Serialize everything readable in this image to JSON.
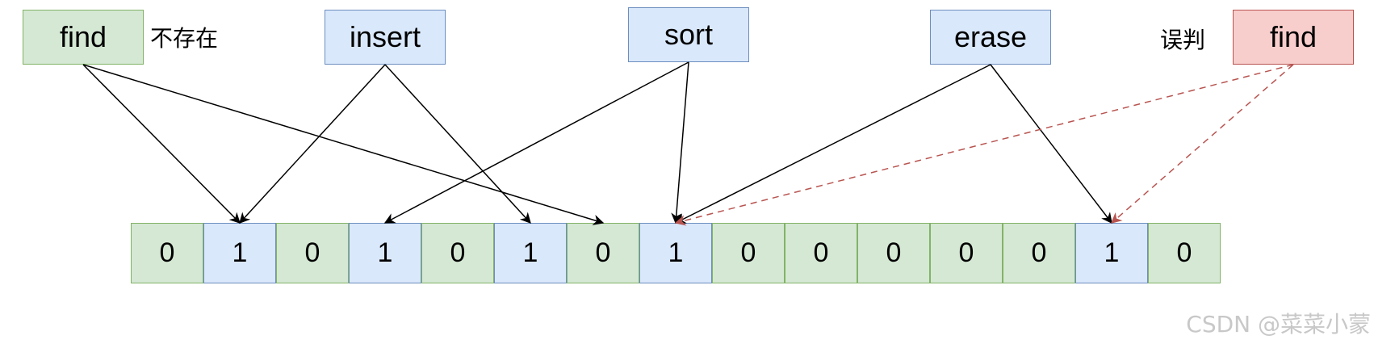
{
  "operations": {
    "find_left": "find",
    "insert": "insert",
    "sort": "sort",
    "erase": "erase",
    "find_right": "find"
  },
  "notes": {
    "not_exist": "不存在",
    "false_positive": "误判"
  },
  "bit_array": [
    "0",
    "1",
    "0",
    "1",
    "0",
    "1",
    "0",
    "1",
    "0",
    "0",
    "0",
    "0",
    "0",
    "1",
    "0"
  ],
  "bit_colors": {
    "zero_fill": "#d5e8d4",
    "one_fill": "#dae8fc",
    "zero_border": "#82b366",
    "one_border": "#6c8ebf"
  },
  "edges": [
    {
      "from": "find_left",
      "to_index": 1,
      "style": "solid"
    },
    {
      "from": "find_left",
      "to_index": 6,
      "style": "solid"
    },
    {
      "from": "insert",
      "to_index": 1,
      "style": "solid"
    },
    {
      "from": "insert",
      "to_index": 5,
      "style": "solid"
    },
    {
      "from": "sort",
      "to_index": 3,
      "style": "solid"
    },
    {
      "from": "sort",
      "to_index": 7,
      "style": "solid"
    },
    {
      "from": "erase",
      "to_index": 7,
      "style": "solid"
    },
    {
      "from": "erase",
      "to_index": 13,
      "style": "solid"
    },
    {
      "from": "find_right",
      "to_index": 7,
      "style": "dashed"
    },
    {
      "from": "find_right",
      "to_index": 13,
      "style": "dashed"
    }
  ],
  "watermark": "CSDN @菜菜小蒙"
}
